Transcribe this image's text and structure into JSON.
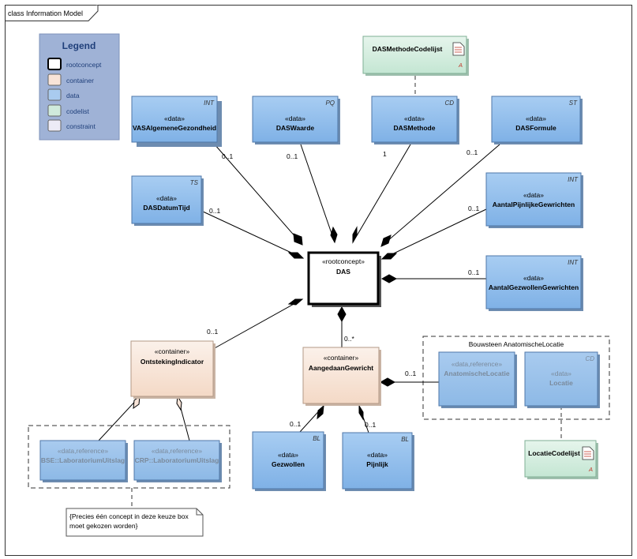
{
  "frame": {
    "title": "class Information Model"
  },
  "legend": {
    "title": "Legend",
    "items": [
      {
        "label": "rootconcept",
        "color": "#ffffff"
      },
      {
        "label": "container",
        "color": "#f8e4d8"
      },
      {
        "label": "data",
        "color": "#a9cbef"
      },
      {
        "label": "codelist",
        "color": "#cfeadc"
      },
      {
        "label": "constraint",
        "color": "#ecebf6"
      }
    ]
  },
  "nodes": {
    "das": {
      "stereotype": "«rootconcept»",
      "name": "DAS"
    },
    "vas": {
      "stereotype": "«data»",
      "name": "VASAlgemeneGezondheid",
      "type": "INT"
    },
    "daswaarde": {
      "stereotype": "«data»",
      "name": "DASWaarde",
      "type": "PQ"
    },
    "dasmethode": {
      "stereotype": "«data»",
      "name": "DASMethode",
      "type": "CD"
    },
    "dasformule": {
      "stereotype": "«data»",
      "name": "DASFormule",
      "type": "ST"
    },
    "dasdatumtijd": {
      "stereotype": "«data»",
      "name": "DASDatumTijd",
      "type": "TS"
    },
    "pijnlijk_gew": {
      "stereotype": "«data»",
      "name": "AantalPijnlijkeGewrichten",
      "type": "INT"
    },
    "gezwollen_gew": {
      "stereotype": "«data»",
      "name": "AantalGezwollenGewrichten",
      "type": "INT"
    },
    "ontsteking": {
      "stereotype": "«container»",
      "name": "OntstekingIndicator"
    },
    "aangedaan": {
      "stereotype": "«container»",
      "name": "AangedaanGewricht"
    },
    "gezwollen": {
      "stereotype": "«data»",
      "name": "Gezwollen",
      "type": "BL"
    },
    "pijnlijk": {
      "stereotype": "«data»",
      "name": "Pijnlijk",
      "type": "BL"
    },
    "anatomische": {
      "stereotype": "«data,reference»",
      "name": "AnatomischeLocatie"
    },
    "locatie": {
      "stereotype": "«data»",
      "name": "Locatie",
      "type": "CD"
    },
    "bse": {
      "stereotype": "«data,reference»",
      "name": "BSE::LaboratoriumUitslag"
    },
    "crp": {
      "stereotype": "«data,reference»",
      "name": "CRP::LaboratoriumUitslag"
    },
    "dasmethode_codelijst": {
      "name": "DASMethodeCodelijst",
      "badge": "A"
    },
    "locatie_codelijst": {
      "name": "LocatieCodelijst",
      "badge": "A"
    }
  },
  "groups": {
    "bouwsteen": {
      "label": "Bouwsteen AnatomischeLocatie"
    }
  },
  "note": {
    "lines": [
      "{Precies één concept in deze keuze box",
      "moet gekozen worden}"
    ]
  },
  "multiplicities": {
    "vas": "0..1",
    "daswaarde": "0..1",
    "dasmethode": "1",
    "dasformule": "0..1",
    "dasdatumtijd": "0..1",
    "pijnlijk_gew": "0..1",
    "gezwollen_gew": "0..1",
    "ontsteking": "0..1",
    "aangedaan": "0..*",
    "anatomische": "0..1",
    "gezwollen": "0..1",
    "pijnlijk": "0..1"
  }
}
